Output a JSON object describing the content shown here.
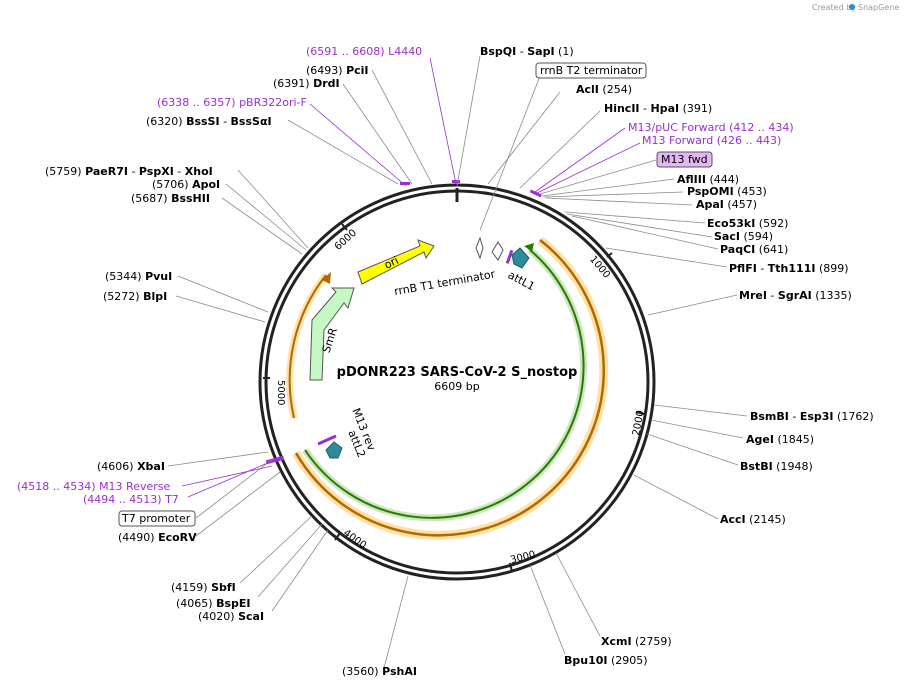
{
  "credit": {
    "prefix": "Created by",
    "brand": "SnapGene"
  },
  "plasmid": {
    "name": "pDONR223 SARS-CoV-2 S_nostop",
    "length": "6609 bp",
    "total": 6609
  },
  "ticks": [
    "1000",
    "2000",
    "3000",
    "4000",
    "5000",
    "6000"
  ],
  "site_labels": [
    {
      "pos": "(1)",
      "enzymes": [
        "BspQI",
        "SapI"
      ]
    },
    {
      "pos": "(254)",
      "enzymes": [
        "AclI"
      ]
    },
    {
      "pos": "(391)",
      "enzymes": [
        "HincII",
        "HpaI"
      ]
    },
    {
      "pos": "(444)",
      "enzymes": [
        "AflIII"
      ]
    },
    {
      "pos": "(453)",
      "enzymes": [
        "PspOMI"
      ]
    },
    {
      "pos": "(457)",
      "enzymes": [
        "ApaI"
      ]
    },
    {
      "pos": "(592)",
      "enzymes": [
        "Eco53kI"
      ]
    },
    {
      "pos": "(594)",
      "enzymes": [
        "SacI"
      ]
    },
    {
      "pos": "(641)",
      "enzymes": [
        "PaqCI"
      ]
    },
    {
      "pos": "(899)",
      "enzymes": [
        "PflFI",
        "Tth111I"
      ]
    },
    {
      "pos": "(1335)",
      "enzymes": [
        "MreI",
        "SgrAI"
      ]
    },
    {
      "pos": "(1762)",
      "enzymes": [
        "BsmBI",
        "Esp3I"
      ]
    },
    {
      "pos": "(1845)",
      "enzymes": [
        "AgeI"
      ]
    },
    {
      "pos": "(1948)",
      "enzymes": [
        "BstBI"
      ]
    },
    {
      "pos": "(2145)",
      "enzymes": [
        "AccI"
      ]
    },
    {
      "pos": "(2759)",
      "enzymes": [
        "XcmI"
      ]
    },
    {
      "pos": "(2905)",
      "enzymes": [
        "Bpu10I"
      ]
    },
    {
      "pos": "(3560)",
      "enzymes": [
        "PshAI"
      ]
    },
    {
      "pos": "(4020)",
      "enzymes": [
        "ScaI"
      ]
    },
    {
      "pos": "(4065)",
      "enzymes": [
        "BspEI"
      ]
    },
    {
      "pos": "(4159)",
      "enzymes": [
        "SbfI"
      ]
    },
    {
      "pos": "(4490)",
      "enzymes": [
        "EcoRV"
      ]
    },
    {
      "pos": "(4606)",
      "enzymes": [
        "XbaI"
      ]
    },
    {
      "pos": "(5272)",
      "enzymes": [
        "BlpI"
      ]
    },
    {
      "pos": "(5344)",
      "enzymes": [
        "PvuI"
      ]
    },
    {
      "pos": "(5687)",
      "enzymes": [
        "BssHII"
      ]
    },
    {
      "pos": "(5706)",
      "enzymes": [
        "ApoI"
      ]
    },
    {
      "pos": "(5759)",
      "enzymes": [
        "PaeR7I",
        "PspXI",
        "XhoI"
      ]
    },
    {
      "pos": "(6320)",
      "enzymes": [
        "BssSI",
        "BssSαI"
      ]
    },
    {
      "pos": "(6391)",
      "enzymes": [
        "DrdI"
      ]
    },
    {
      "pos": "(6493)",
      "enzymes": [
        "PciI"
      ]
    }
  ],
  "primer_labels": [
    {
      "range": "(6591 .. 6608)",
      "name": "L4440"
    },
    {
      "range": "(6338 .. 6357)",
      "name": "pBR322ori-F"
    },
    {
      "range": "(412 .. 434)",
      "name": "M13/pUC Forward"
    },
    {
      "range": "(426 .. 443)",
      "name": "M13 Forward"
    },
    {
      "range": "(4518 .. 4534)",
      "name": "M13 Reverse"
    },
    {
      "range": "(4494 .. 4513)",
      "name": "T7"
    }
  ],
  "boxed_labels": [
    {
      "label": "rrnB T2 terminator",
      "style": "white"
    },
    {
      "label": "M13 fwd",
      "style": "purple"
    },
    {
      "label": "T7 promoter",
      "style": "white"
    }
  ],
  "feature_labels": [
    "ori",
    "SmR",
    "rrnB T1 terminator",
    "attL1",
    "M13 rev",
    "attL2"
  ],
  "colors": {
    "ori": "#ffff00",
    "smr": "#c6f8c6",
    "insert_green": "#33a000",
    "orange": "#ffa500",
    "att": "#2e8b9a",
    "primer": "#9a2fd0"
  }
}
